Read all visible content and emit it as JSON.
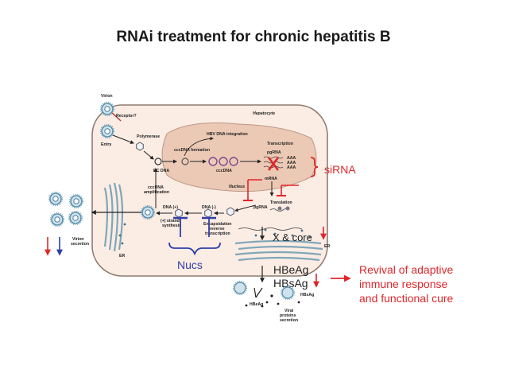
{
  "title": "RNAi treatment for chronic hepatitis B",
  "labels": {
    "virion": "Virion",
    "receptor": "Receptor?",
    "entry": "Entry",
    "polymerase": "Polymerase",
    "hepatocyte": "Hepatocyte",
    "hbv_integration": "HBV DNA integration",
    "transcription": "Transcription",
    "cccdna_formation": "cccDNA formation",
    "pgrna": "pgRNA",
    "aaa1": "AAA",
    "aaa2": "AAA",
    "aaa3": "AAA",
    "rc_dna": "RC DNA",
    "cccdna": "cccDNA",
    "nucleus": "Nucleus",
    "mrna": "mRNA",
    "cccdna_amp_line1": "cccDNA",
    "cccdna_amp_line2": "amplification",
    "translation": "Translation",
    "pgrna2": "pgRNA",
    "dna_plus": "DNA (+)",
    "dna_minus": "DNA (-)",
    "plus_strand_line1": "(+) strand",
    "plus_strand_line2": "synthesis",
    "encapsidation_line1": "Encapsidation",
    "encapsidation_line2": "reverse",
    "encapsidation_line3": "transcription",
    "virion_secretion_line1": "Virion",
    "virion_secretion_line2": "secretion",
    "er_left": "ER",
    "er_right": "ER",
    "hbeag_small": "HBeAg",
    "hbsag_small": "HBsAg",
    "viral_line1": "Viral",
    "viral_line2": "proteins",
    "viral_line3": "secretion",
    "sirna": "siRNA",
    "x_core": "X & core",
    "nucs": "Nucs",
    "hbeag": "HBeAg",
    "hbsag": "HBsAg",
    "revival_line1": "Revival of adaptive",
    "revival_line2": "immune response",
    "revival_line3": "and functional cure"
  },
  "colors": {
    "red": "#e0262a",
    "blue": "#2f3fa8",
    "cell_fill": "#fbece4",
    "nucleus_fill": "#ecc9b5",
    "virion": "#6aa8c6"
  }
}
